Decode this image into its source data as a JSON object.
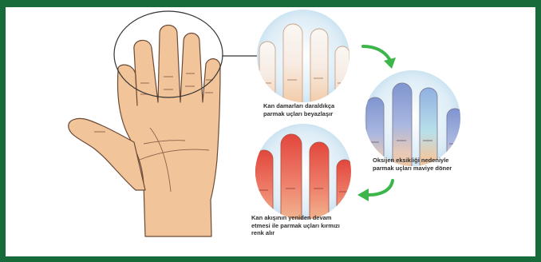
{
  "figure": {
    "border_color": "#176b3a",
    "skin_color": "#f2c49a",
    "stages": [
      {
        "id": "white",
        "caption": "Kan damarları daraldıkça\nparmak uçları beyazlaşır",
        "tip_color": "#f7f3ee"
      },
      {
        "id": "blue",
        "caption": "Oksijen eksikliği nedeniyle\nparmak uçları maviye döner",
        "tip_color": "#8aa3d6"
      },
      {
        "id": "red",
        "caption": "Kan akışının yeniden devam\netmesi ile parmak uçları kırmızı\nrenk alır",
        "tip_color": "#e4574a"
      }
    ],
    "arrow_color": "#3cb54a",
    "icons": [
      "open-hand-icon",
      "magnifier-circle-icon",
      "curved-arrow-icon"
    ]
  }
}
